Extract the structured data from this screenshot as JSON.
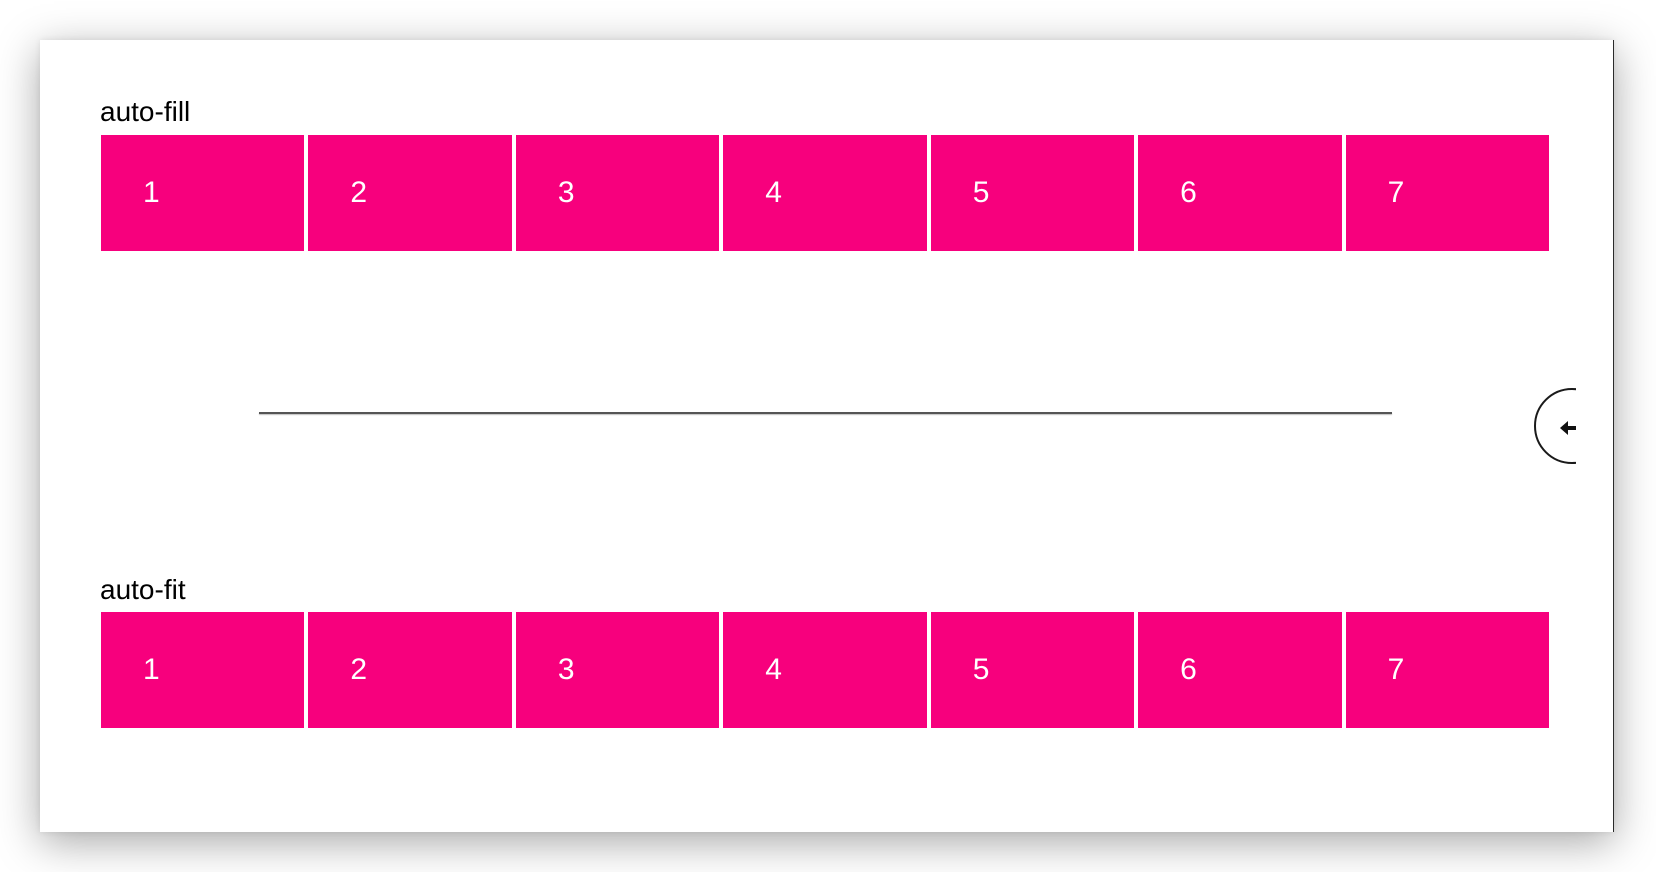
{
  "sections": [
    {
      "label": "auto-fill",
      "items": [
        "1",
        "2",
        "3",
        "4",
        "5",
        "6",
        "7"
      ]
    },
    {
      "label": "auto-fit",
      "items": [
        "1",
        "2",
        "3",
        "4",
        "5",
        "6",
        "7"
      ]
    }
  ],
  "colors": {
    "cell_background": "#f7007d",
    "cell_text": "#ffffff",
    "label_text": "#000000"
  },
  "icons": {
    "resize_handle": "arrow-left-icon"
  }
}
